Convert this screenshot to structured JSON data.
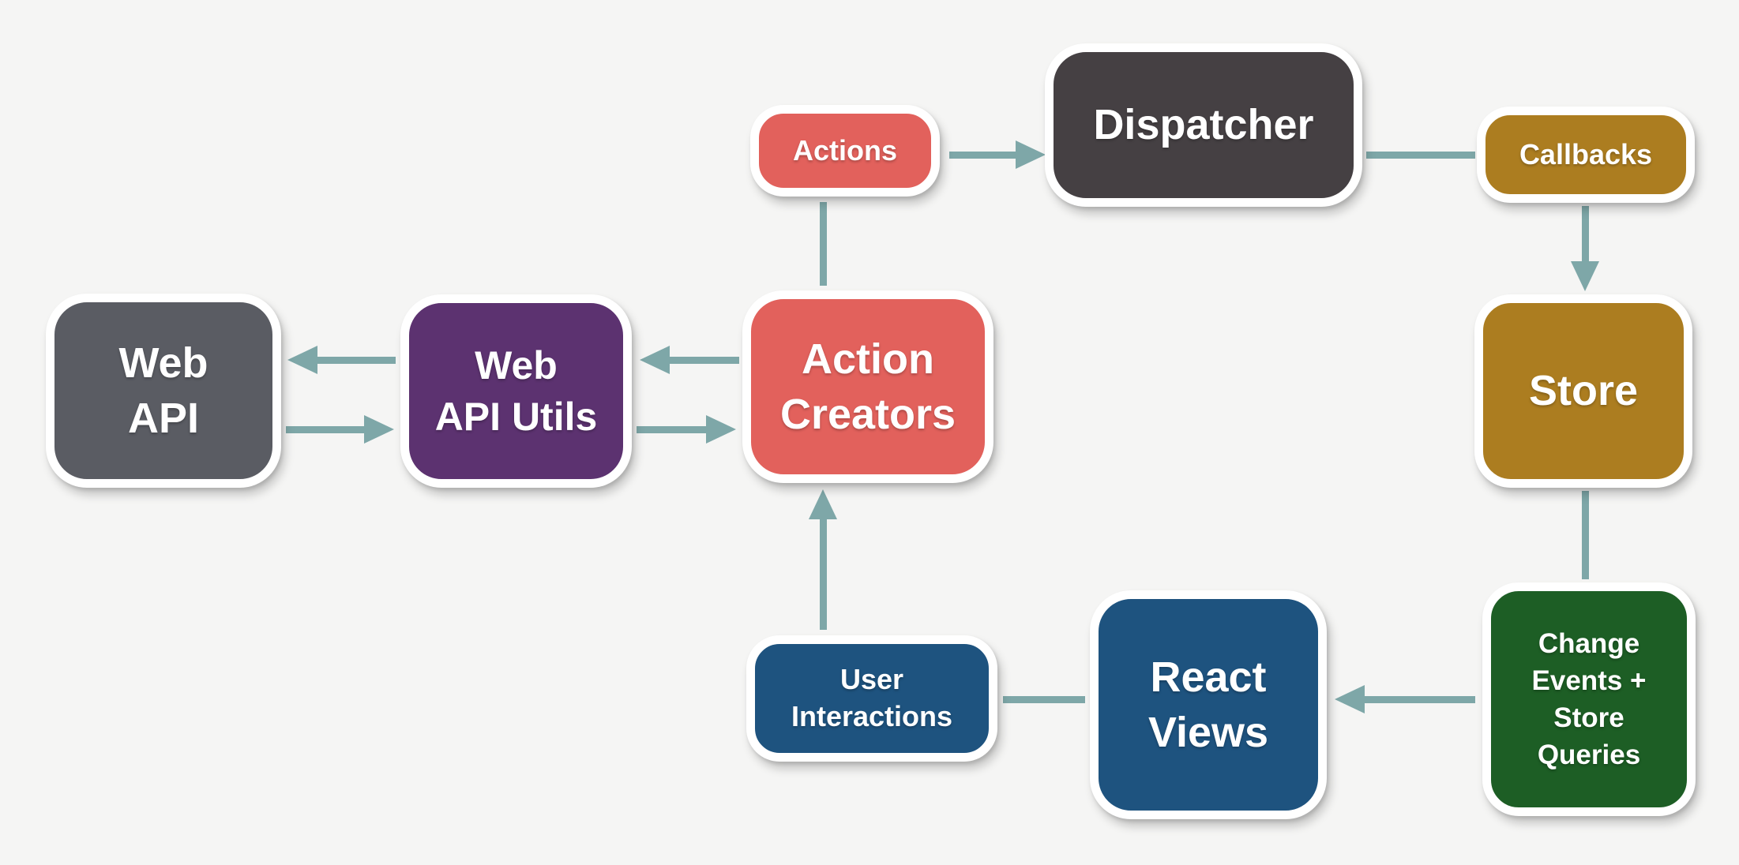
{
  "colors": {
    "background": "#f5f5f4",
    "arrow": "#7ea7a8",
    "box_border": "#ffffff",
    "text": "#ffffff"
  },
  "nodes": {
    "actions": {
      "label": "Actions",
      "color": "#e2615c"
    },
    "dispatcher": {
      "label": "Dispatcher",
      "color": "#454043"
    },
    "callbacks": {
      "label": "Callbacks",
      "color": "#ac7d20"
    },
    "web_api": {
      "label": [
        "Web",
        "API"
      ],
      "color": "#5a5c63"
    },
    "web_api_utils": {
      "label": [
        "Web",
        "API Utils"
      ],
      "color": "#5c3270"
    },
    "action_creators": {
      "label": [
        "Action",
        "Creators"
      ],
      "color": "#e2615c"
    },
    "store": {
      "label": "Store",
      "color": "#ac7d20"
    },
    "user_interactions": {
      "label": [
        "User",
        "Interactions"
      ],
      "color": "#1e537f"
    },
    "react_views": {
      "label": [
        "React",
        "Views"
      ],
      "color": "#1e537f"
    },
    "change_events": {
      "label": [
        "Change",
        "Events +",
        "Store",
        "Queries"
      ],
      "color": "#1d5e25"
    }
  },
  "edges": [
    {
      "from": "Actions",
      "to": "Dispatcher",
      "style": "arrow"
    },
    {
      "from": "Dispatcher",
      "to": "Callbacks",
      "style": "line"
    },
    {
      "from": "Callbacks",
      "to": "Store",
      "style": "arrow"
    },
    {
      "from": "Action Creators",
      "to": "Actions",
      "style": "line"
    },
    {
      "from": "Action Creators",
      "to": "Web API Utils",
      "style": "arrow"
    },
    {
      "from": "Web API Utils",
      "to": "Web API",
      "style": "arrow"
    },
    {
      "from": "Web API",
      "to": "Web API Utils",
      "style": "arrow"
    },
    {
      "from": "Web API Utils",
      "to": "Action Creators",
      "style": "arrow"
    },
    {
      "from": "User Interactions",
      "to": "Action Creators",
      "style": "arrow"
    },
    {
      "from": "React Views",
      "to": "User Interactions",
      "style": "line"
    },
    {
      "from": "Change Events + Store Queries",
      "to": "React Views",
      "style": "arrow"
    },
    {
      "from": "Store",
      "to": "Change Events + Store Queries",
      "style": "line"
    }
  ]
}
